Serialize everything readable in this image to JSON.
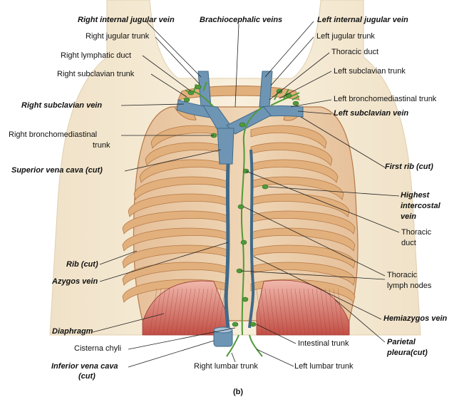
{
  "figure_label": "(b)",
  "labels": {
    "right_internal_jugular_vein": "Right internal jugular vein",
    "brachiocephalic_veins": "Brachiocephalic veins",
    "left_internal_jugular_vein": "Left internal jugular vein",
    "right_jugular_trunk": "Right jugular trunk",
    "left_jugular_trunk": "Left jugular trunk",
    "right_lymphatic_duct": "Right lymphatic duct",
    "thoracic_duct_top": "Thoracic duct",
    "right_subclavian_trunk": "Right subclavian trunk",
    "left_subclavian_trunk": "Left  subclavian trunk",
    "left_bronchomediastinal_trunk": "Left bronchomediastinal trunk",
    "right_subclavian_vein": "Right subclavian vein",
    "left_subclavian_vein": "Left subclavian vein",
    "right_bronchomediastinal_trunk_1": "Right  bronchomediastinal",
    "right_bronchomediastinal_trunk_2": "trunk",
    "first_rib": "First rib (cut)",
    "superior_vena_cava": "Superior vena cava (cut)",
    "highest_intercostal_vein_1": "Highest",
    "highest_intercostal_vein_2": "intercostal",
    "highest_intercostal_vein_3": "vein",
    "thoracic_duct_1": "Thoracic",
    "thoracic_duct_2": "duct",
    "rib_cut": "Rib (cut)",
    "azygos_vein": "Azygos vein",
    "thoracic_lymph_nodes_1": "Thoracic",
    "thoracic_lymph_nodes_2": "lymph nodes",
    "diaphragm": "Diaphragm",
    "hemiazygos_vein": "Hemiazygos vein",
    "intestinal_trunk": "Intestinal trunk",
    "cisterna_chyli": "Cisterna chyli",
    "parietal_pleura_1": "Parietal",
    "parietal_pleura_2": "pleura(cut)",
    "inferior_vena_cava_1": "Inferior vena cava",
    "inferior_vena_cava_2": "(cut)",
    "right_lumbar_trunk": "Right lumbar trunk",
    "left_lumbar_trunk": "Left lumbar trunk"
  },
  "colors": {
    "skin": "#f6ecd6",
    "thorax_shade": "#e8cfae",
    "rib": "#e2b07c",
    "rib_edge": "#b57a48",
    "intercostal": "#c9a383",
    "vein": "#6f95b4",
    "vein_dark": "#3f6a8a",
    "lymph": "#4f9a3a",
    "diaphragm": "#c9584e",
    "pleura": "#c0665a",
    "leader": "#222222"
  }
}
